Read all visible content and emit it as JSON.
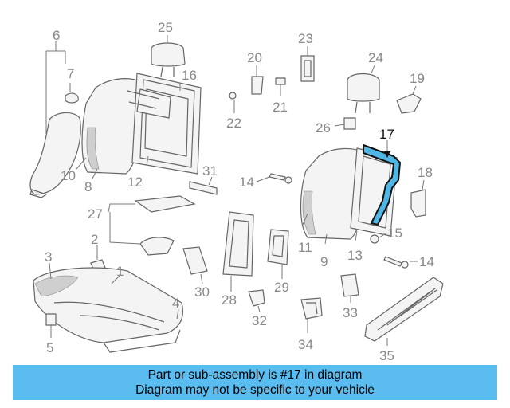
{
  "caption": {
    "line1": "Part or sub-assembly is #17 in diagram",
    "line2": "Diagram may not be specific to your vehicle"
  },
  "highlight": {
    "part_number": "17",
    "color": "#4fb6e6"
  },
  "callouts": {
    "c1": "1",
    "c2": "2",
    "c3": "3",
    "c4": "4",
    "c5": "5",
    "c6": "6",
    "c7": "7",
    "c8": "8",
    "c9": "9",
    "c10": "10",
    "c11": "11",
    "c12": "12",
    "c13": "13",
    "c14a": "14",
    "c14b": "14",
    "c15": "15",
    "c16": "16",
    "c17": "17",
    "c18": "18",
    "c19": "19",
    "c20": "20",
    "c21": "21",
    "c22": "22",
    "c23": "23",
    "c24": "24",
    "c25": "25",
    "c26": "26",
    "c27": "27",
    "c28": "28",
    "c29": "29",
    "c30": "30",
    "c31": "31",
    "c32": "32",
    "c33": "33",
    "c34": "34",
    "c35": "35"
  },
  "banner_color": "#5bbcf0"
}
